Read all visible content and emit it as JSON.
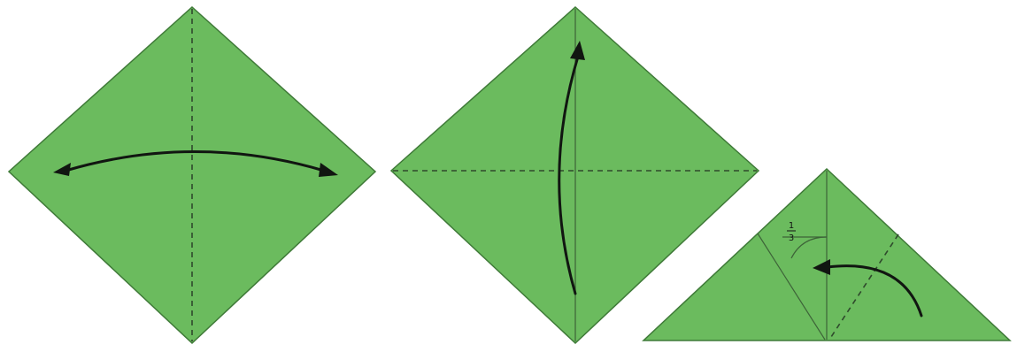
{
  "colors": {
    "paper": "#6bbb5e",
    "paper_edge": "#3f7a38",
    "fold_line": "#2f4a2c",
    "arrow": "#111611",
    "background": "#ffffff"
  },
  "steps": [
    {
      "shape": "diamond",
      "fold_line": "vertical-dashed",
      "arrow": "horizontal-double-headed",
      "icons": [
        "double-arrow-icon"
      ]
    },
    {
      "shape": "diamond",
      "fold_line": "horizontal-dashed",
      "arrow": "vertical-upward",
      "icons": [
        "up-arrow-icon"
      ]
    },
    {
      "shape": "triangle",
      "fold_line": "diagonal-dashed",
      "arrow": "curved-leftward",
      "icons": [
        "curved-arrow-icon",
        "angle-arc-icon"
      ],
      "fraction_label": {
        "numerator": "1",
        "denominator": "3"
      }
    }
  ]
}
